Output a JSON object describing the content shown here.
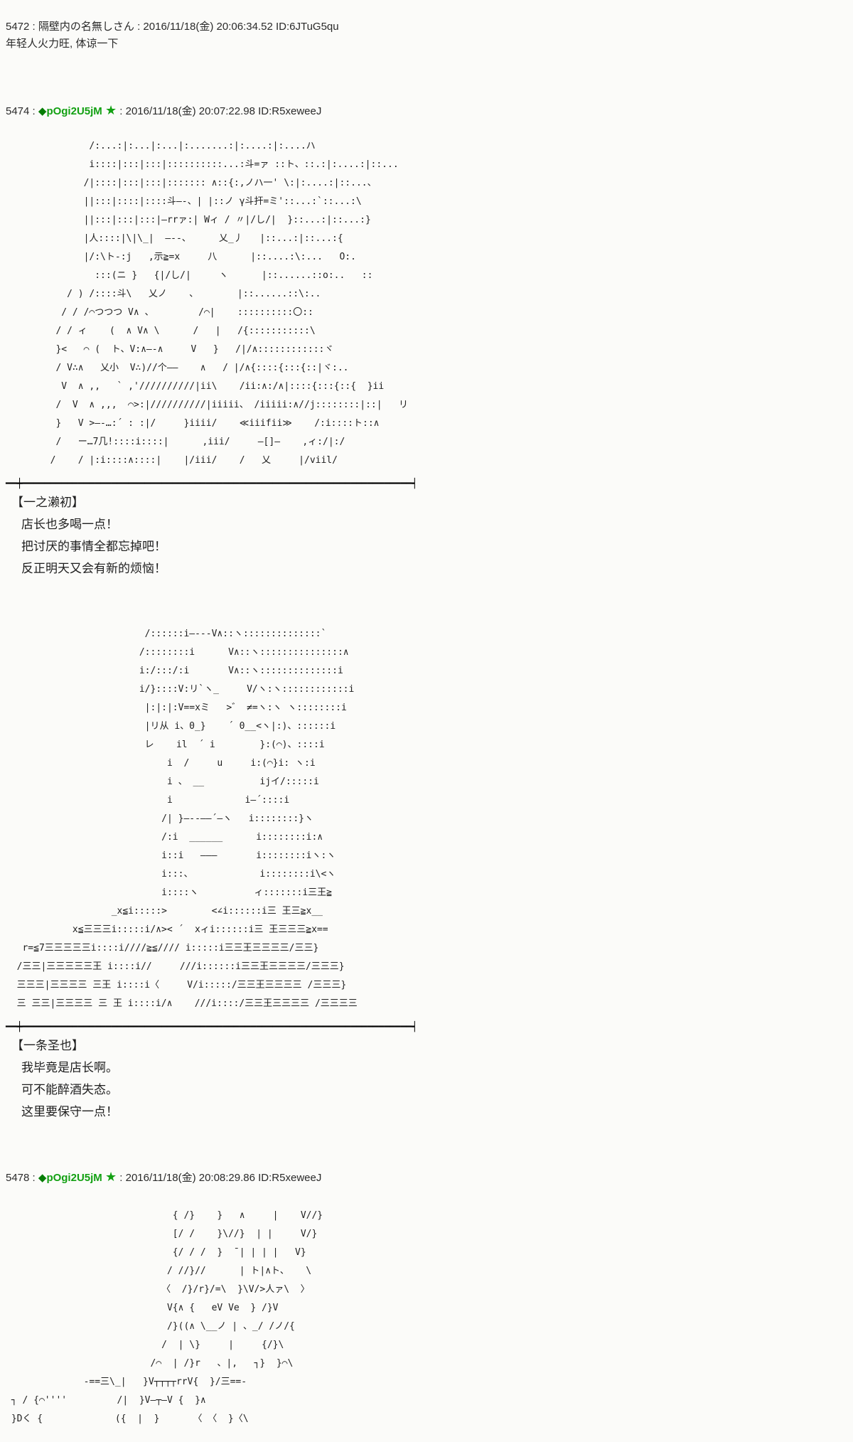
{
  "page": {
    "separator": " : ",
    "colors": {
      "background": "#fbfbf9",
      "text": "#2a2a2a",
      "trip_green": "#12a012",
      "trip_diamond_green": "#067d06"
    }
  },
  "posts": [
    {
      "no": "5472",
      "name": "隔壁内の名無しさん",
      "date": "2016/11/18(金) 20:06:34.52",
      "id": "ID:6JTuG5qu",
      "body": "年轻人火力旺, 体谅一下"
    },
    {
      "no": "5474",
      "name_parts": {
        "diamond": "◆",
        "trip": "pOgi2U5jM",
        "star": "★"
      },
      "date": "2016/11/18(金) 20:07:22.98",
      "id": "ID:R5xeweeJ",
      "aa_lines": [
        "               /:...:|:...|:...|:.......:|:....:|:....ハ",
        "               i::::|:::|:::|::::::::::...:斗=ァ ::ト、::.:|:....:|::...",
        "              /|::::|:::|:::|::::::: ∧::{:,ノハ一' \\:|:....:|::...、",
        "              ||:::|::::|::::斗―-、| |::ノ γ斗扞=ミ'::...:`::...:\\",
        "              ||:::|:::|:::|―rrァ:| Wィ / 〃|/し/|  }::...:|::...:}",
        "              |人::::|\\|\\_|  ―--、     乂_丿   |::...:|::...:{",
        "              |/:\\ト-:j   ,示≧=x     八      |::....:\\:...   O:.",
        "                :::(ニ }   {|/し/|     ヽ      |::......::o:..   ::",
        "           / ) /::::斗\\   乂ノ    、       |::......::\\:..",
        "          / / /⌒つつつ V∧ 、        /⌒|    ::::::::::〇::",
        "         / / ィ    (  ∧ V∧ \\      /   |   /{:::::::::::\\",
        "         }<   ⌒ (  ト、V:∧―-∧     V   }   /|/∧::::::::::::ヾ",
        "         / V∴∧   乂小  V∴)//个――    ∧   / |/∧{::::{:::{::|ヾ:..",
        "          V  ∧ ,,   ` ,'//////////|ii\\    /ii:∧:/∧|::::{:::{::{  }ii",
        "         /  V  ∧ ,,,  ⌒>:|//////////|iiiii、 /iiiii:∧//j::::::::|::|   リ",
        "         }   V >―-…:´ : :|/     }iiii/    ≪iiifii≫    /:i::::ト::∧",
        "         /   ー…7几!::::i::::|      ,iii/     ―[]―    ,ィ:/|:/",
        "        /    / |:i::::∧::::|    |/iii/    /   乂     |/viil/"
      ],
      "divider": "━━┿━━━━━━━━━━━━━━━━━━━━━━━━━━━━━━━━━━━━━━━━━━━━━━━━━━━━━━━━━━━━━━━━━━━━━━┥",
      "dialogue": {
        "speaker": "【一之濑初】",
        "lines": [
          "店长也多喝一点！",
          "把讨厌的事情全都忘掉吧！",
          "反正明天又会有新的烦恼！"
        ]
      },
      "aa2_lines": [
        "                         /::::::i―---V∧::ヽ::::::::::::::`",
        "                        /::::::::i      V∧::ヽ:::::::::::::::∧",
        "                        i:/:::/:i       V∧::ヽ::::::::::::::i",
        "                        i/}::::V:リ`ヽ_     V/ヽ:ヽ::::::::::::i",
        "                         |:|:|:V==xミ   >゛ ≠=ヽ:ヽ ヽ::::::::i",
        "                         |リ从 i、0_}    ´ 0__<ヽ|:)、::::::i",
        "                         レ    il  ´ i        }:(⌒)、::::i",
        "                             i  /     u     i:(⌒}i: ヽ:i",
        "                             i 、 __          ijイ/:::::i",
        "                             i             i―´::::i",
        "                            /| }―--――´―ヽ   i::::::::}ヽ",
        "                            /:i  ______      i::::::::i:∧",
        "                            i::i   ―――       i::::::::iヽ:ヽ",
        "                            i:::、            i::::::::i\\<ヽ",
        "                            i::::ヽ          ィ:::::::i三王≧",
        "                   _x≦i:::::>        <∠i::::::i三 王三≧x__",
        "            x≦三三三i:::::i/∧>< ´  xィi::::::i三 王三三三≧x==",
        "   r=≦7三三三三三i::::i////≧≦//// i:::::i三三王三三三三/三三}",
        "  /三三|三三三三三王 i::::i//     ///i::::::i三三王三三三三/三三三}",
        "  三三三|三三三三 三王 i::::i〈     V/i:::::/三三王三三三三 /三三三}",
        "  三 三三|三三三三 三 王 i::::i/∧    ///i::::/三三王三三三三 /三三三三"
      ],
      "divider2": "━━┿━━━━━━━━━━━━━━━━━━━━━━━━━━━━━━━━━━━━━━━━━━━━━━━━━━━━━━━━━━━━━━━━━━━━━━┥",
      "dialogue2": {
        "speaker": "【一条圣也】",
        "lines": [
          "我毕竟是店长啊。",
          "可不能醉酒失态。",
          "这里要保守一点！"
        ]
      }
    },
    {
      "no": "5478",
      "name_parts": {
        "diamond": "◆",
        "trip": "pOgi2U5jM",
        "star": "★"
      },
      "date": "2016/11/18(金) 20:08:29.86",
      "id": "ID:R5xeweeJ",
      "aa_lines": [
        "                              { /}    }   ∧     |    V//}",
        "                              [/ /    }\\//}  | |     V/}",
        "                              {/ / /  }  ̄ | | | |   V}",
        "                             / //}//      | ト|∧ト、   \\",
        "                            〈  /}/r}/=\\  }\\V/>人ァ\\  〉",
        "                             V{∧ {   eV Ve  } /}V",
        "                             /}((∧ \\__ノ | 、_/ /ノ/{",
        "                            /  | \\}     |     {/}\\",
        "                          /⌒  | /}r   、|,   ┐}  }⌒\\",
        "              -==三\\_|   }V┬┬┬┬rrV{  }/三==-",
        " ┐ / {⌒''''         /|  }V―┬―V {  }∧",
        " }Dく {             ({  |  }      〈 〈  }〈\\"
      ]
    }
  ]
}
